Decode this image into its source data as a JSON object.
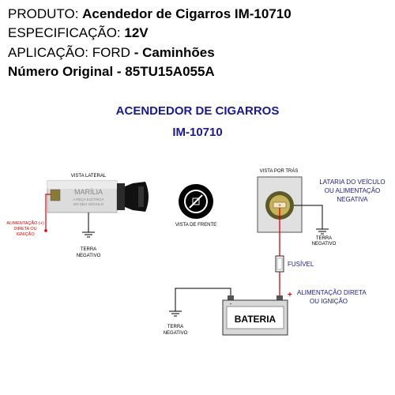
{
  "header": {
    "produto_label": "PRODUTO:",
    "produto_value": "Acendedor de Cigarros IM-10710",
    "espec_label": "ESPECIFICAÇÃO:",
    "espec_value": "12V",
    "aplic_label": "APLICAÇÃO:",
    "aplic_brand": "FORD",
    "aplic_value": "- Caminhões",
    "numero_label": "Número Original",
    "numero_value": "- 85TU15A055A"
  },
  "diagram": {
    "title": "ACENDEDOR DE CIGARROS",
    "subtitle": "IM-10710",
    "vista_lateral": "VISTA LATERAL",
    "marilia": "MARÍLIA",
    "peca_line1": "A PEÇA ELÉTRICA",
    "peca_line2": "DO SEU VEÍCULO",
    "alim_left_1": "ALIMENTAÇÃO (+)",
    "alim_left_2": "DIRETA OU",
    "alim_left_3": "IGNIÇÃO",
    "terra_left_1": "TERRA",
    "terra_left_2": "NEGATIVO",
    "vista_frente": "VISTA DE FRENTE",
    "vista_tras": "VISTA POR TRÁS",
    "lataria_1": "LATARIA DO VEÍCULO",
    "lataria_2": "OU ALIMENTAÇÃO",
    "lataria_3": "NEGATIVA",
    "terra_right_1": "TERRA",
    "terra_right_2": "NEGATIVO",
    "fusivel": "FUSÍVEL",
    "alim_right_1": "ALIMENTAÇÃO DIRETA",
    "alim_right_2": "OU IGNIÇÃO",
    "bateria": "BATERIA",
    "terra_bottom_1": "TERRA",
    "terra_bottom_2": "NEGATIVO",
    "plus": "+",
    "minus": "-",
    "colors": {
      "title": "#1a1a8c",
      "wire_positive": "#e00000",
      "wire_negative": "#000000"
    }
  }
}
